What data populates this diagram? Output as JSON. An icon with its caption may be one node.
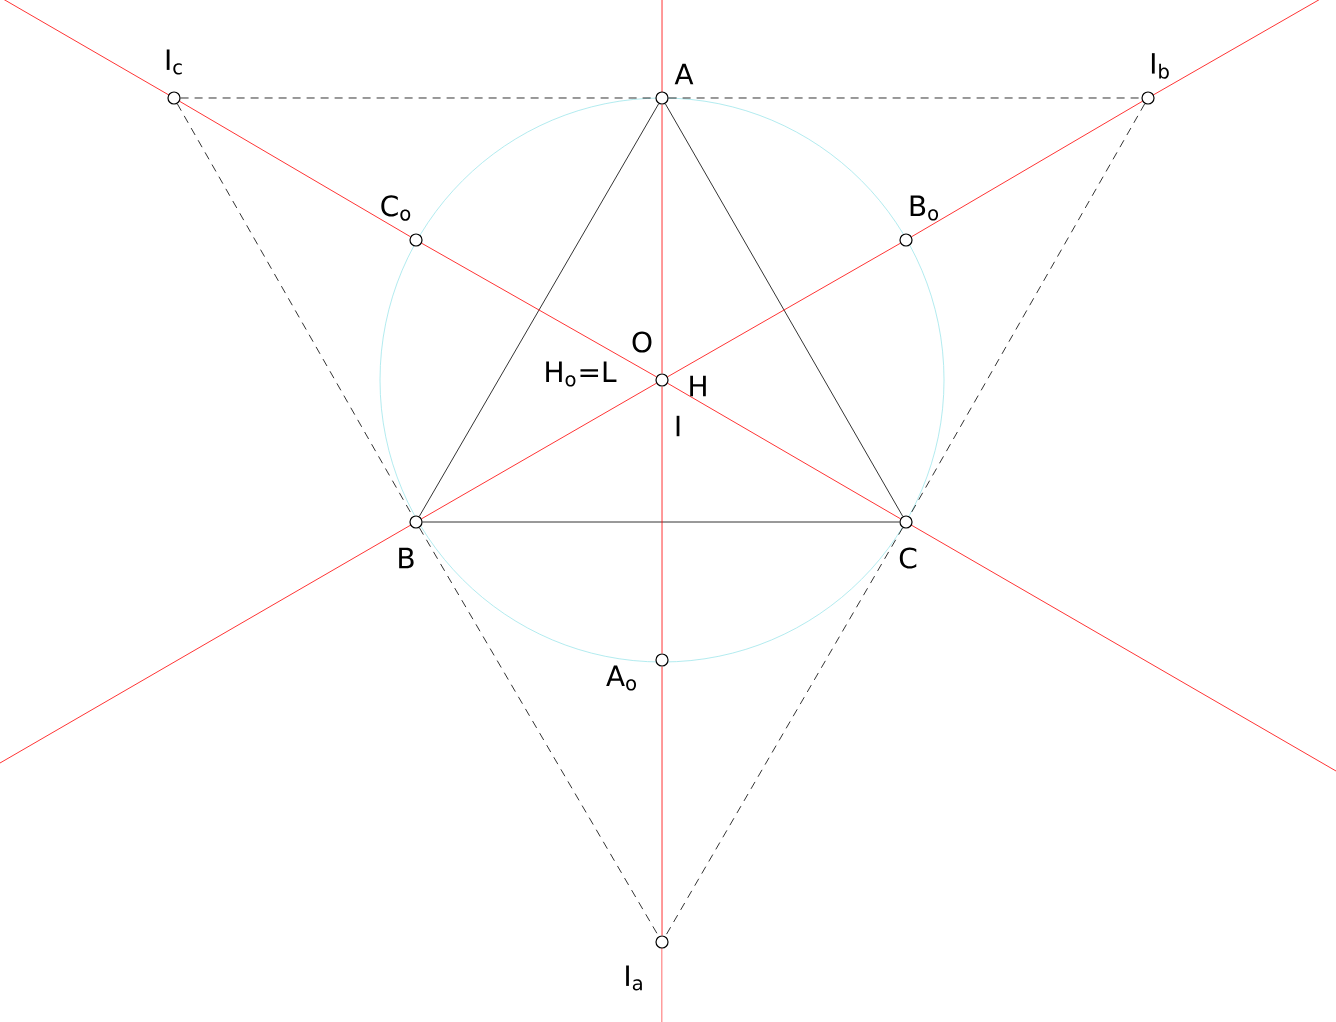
{
  "diagram": {
    "nodes": [
      {
        "text": [],
        "shape": "circle",
        "beside": [
          "I$_{c}$"
        ]
      },
      {
        "text": [],
        "shape": "circle",
        "beside": [
          "A"
        ]
      },
      {
        "text": [],
        "shape": "circle",
        "beside": [
          "I$_{b}$"
        ]
      },
      {
        "text": [],
        "shape": "circle",
        "beside": [
          "C$_{o}$"
        ]
      },
      {
        "text": [],
        "shape": "circle",
        "beside": [
          "B$_{o}$"
        ]
      },
      {
        "text": [],
        "shape": "circle",
        "beside": [
          "O",
          "H$_{o}$=L",
          "H",
          "I"
        ]
      },
      {
        "text": [],
        "shape": "circle",
        "beside": [
          "B"
        ]
      },
      {
        "text": [],
        "shape": "circle",
        "beside": [
          "C"
        ]
      },
      {
        "text": [],
        "shape": "circle",
        "beside": [
          "A$_{o}$"
        ]
      },
      {
        "text": [],
        "shape": "circle",
        "beside": [
          "I$_{a}$"
        ]
      }
    ],
    "edges": [
      {
        "from": 1,
        "to": 6,
        "arrow": "none",
        "color": "#000000"
      },
      {
        "from": 6,
        "to": 7,
        "arrow": "none",
        "color": "#000000"
      },
      {
        "from": 7,
        "to": 1,
        "arrow": "none",
        "color": "#000000"
      },
      {
        "from": 0,
        "to": 1,
        "arrow": "none",
        "style": "dashed",
        "color": "#000000"
      },
      {
        "from": 1,
        "to": 2,
        "arrow": "none",
        "style": "dashed",
        "color": "#000000"
      },
      {
        "from": 0,
        "to": 6,
        "arrow": "none",
        "style": "dashed",
        "color": "#000000"
      },
      {
        "from": 6,
        "to": 9,
        "arrow": "none",
        "style": "dashed",
        "color": "#000000"
      },
      {
        "from": 2,
        "to": 7,
        "arrow": "none",
        "style": "dashed",
        "color": "#000000"
      },
      {
        "from": 7,
        "to": 9,
        "arrow": "none",
        "style": "dashed",
        "color": "#000000"
      },
      {
        "from": 0,
        "to": 3,
        "arrow": "none",
        "color": "#ff0000"
      },
      {
        "from": 3,
        "to": 5,
        "arrow": "none",
        "color": "#ff0000"
      },
      {
        "from": 5,
        "to": 7,
        "arrow": "none",
        "color": "#ff0000"
      },
      {
        "from": 2,
        "to": 4,
        "arrow": "none",
        "color": "#ff0000"
      },
      {
        "from": 4,
        "to": 5,
        "arrow": "none",
        "color": "#ff0000"
      },
      {
        "from": 5,
        "to": 6,
        "arrow": "none",
        "color": "#ff0000"
      },
      {
        "from": 1,
        "to": 5,
        "arrow": "none",
        "color": "#ff0000"
      },
      {
        "from": 5,
        "to": 8,
        "arrow": "none",
        "color": "#ff0000"
      },
      {
        "from": 8,
        "to": 9,
        "arrow": "none",
        "color": "#ff0000"
      }
    ]
  }
}
